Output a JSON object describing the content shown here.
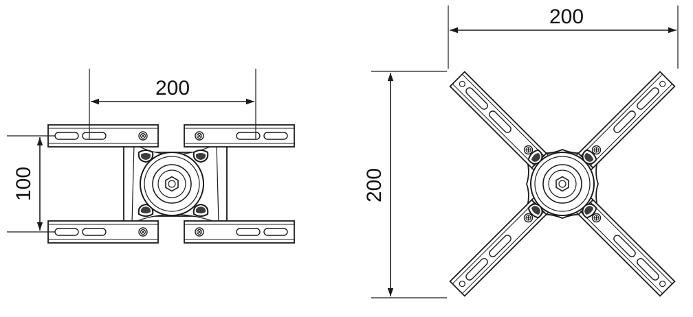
{
  "diagram": {
    "left_view": {
      "width_label": "200",
      "height_label": "100"
    },
    "right_view": {
      "width_label": "200",
      "height_label": "200"
    }
  },
  "colors": {
    "line": "#1a1a1a",
    "background": "#ffffff"
  }
}
